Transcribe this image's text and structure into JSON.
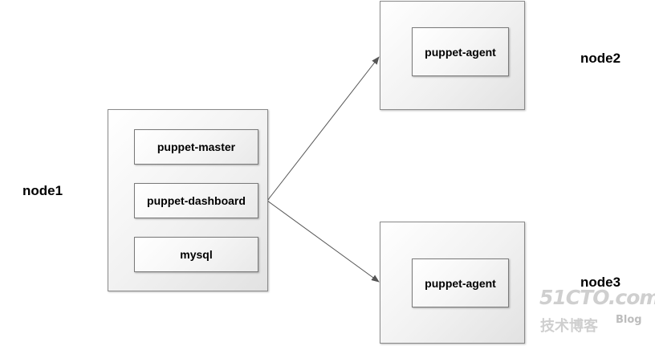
{
  "nodes": {
    "node1": {
      "label": "node1",
      "services": [
        "puppet-master",
        "puppet-dashboard",
        "mysql"
      ]
    },
    "node2": {
      "label": "node2",
      "services": [
        "puppet-agent"
      ]
    },
    "node3": {
      "label": "node3",
      "services": [
        "puppet-agent"
      ]
    }
  },
  "edges": [
    {
      "from": "node1",
      "to": "node2"
    },
    {
      "from": "node1",
      "to": "node3"
    }
  ],
  "watermark": {
    "site": "51CTO.com",
    "chinese": "技术博客",
    "blog": "Blog"
  },
  "colors": {
    "arrow": "#555555",
    "border": "#8a8a8a"
  }
}
